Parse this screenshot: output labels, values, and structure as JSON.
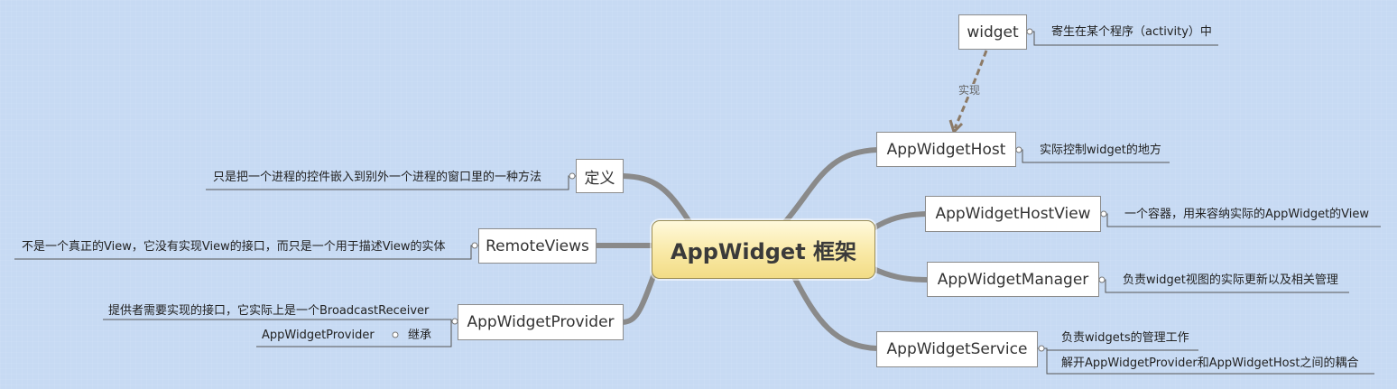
{
  "central": {
    "label": "AppWidget 框架"
  },
  "topics": {
    "widget": {
      "label": "widget",
      "notes": [
        "寄生在某个程序（activity）中"
      ]
    },
    "host": {
      "label": "AppWidgetHost",
      "notes": [
        "实际控制widget的地方"
      ]
    },
    "host_view": {
      "label": "AppWidgetHostView",
      "notes": [
        "一个容器，用来容纳实际的AppWidget的View"
      ]
    },
    "manager": {
      "label": "AppWidgetManager",
      "notes": [
        "负责widget视图的实际更新以及相关管理"
      ]
    },
    "service": {
      "label": "AppWidgetService",
      "notes": [
        "负责widgets的管理工作",
        "解开AppWidgetProvider和AppWidgetHost之间的耦合"
      ]
    },
    "definition": {
      "label": "定义",
      "notes": [
        "只是把一个进程的控件嵌入到别外一个进程的窗口里的一种方法"
      ]
    },
    "remote_views": {
      "label": "RemoteViews",
      "notes": [
        "不是一个真正的View，它没有实现View的接口，而只是一个用于描述View的实体"
      ]
    },
    "provider": {
      "label": "AppWidgetProvider",
      "notes": [
        "提供者需要实现的接口，它实际上是一个BroadcastReceiver"
      ],
      "inherit": {
        "parent": "AppWidgetProvider",
        "relation": "继承"
      }
    }
  },
  "relationship": {
    "label": "实现"
  },
  "colors": {
    "background": "#c7daf3",
    "branch": "#8a8a8a",
    "relationship": "#8c7a66",
    "central_fill": "#f9e9a6"
  }
}
